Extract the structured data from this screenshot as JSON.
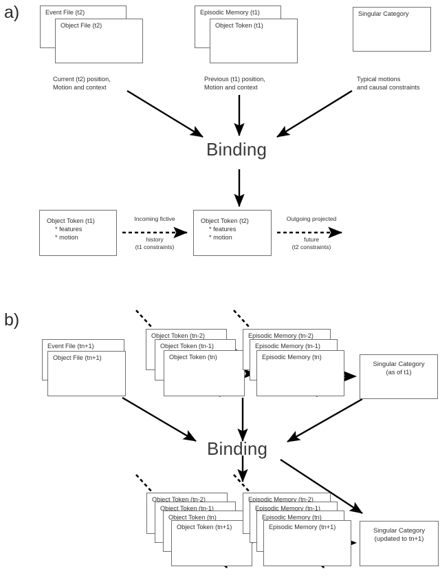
{
  "figure": {
    "panels": [
      {
        "id": "a",
        "label": "a)",
        "binding_label": "Binding",
        "top_boxes": [
          {
            "back_label": "Event File (t2)",
            "front_label": "Object File (t2)"
          },
          {
            "back_label": "Episodic Memory (t1)",
            "front_label": "Object Token (t1)"
          },
          {
            "single_label": "Singular Category"
          }
        ],
        "captions": [
          "Current (t2) position,\nMotion and context",
          "Previous (t1) position,\nMotion and context",
          "Typical motions\nand causal constraints"
        ],
        "bottom_boxes": [
          {
            "title": "Object Token (t1)",
            "lines": [
              "* features",
              "* motion"
            ]
          },
          {
            "title": "Object Token (t2)",
            "lines": [
              "* features",
              "* motion"
            ]
          }
        ],
        "arrow_labels": [
          {
            "above": "Incoming fictive",
            "below": "history\n(t1 constraints)"
          },
          {
            "above": "Outgoing projected",
            "below": "future\n(t2 constraints)"
          }
        ]
      },
      {
        "id": "b",
        "label": "b)",
        "binding_label": "Binding",
        "top_event_file": {
          "back_label": "Event File (tn+1)",
          "front_label": "Object File (tn+1)"
        },
        "top_object_token_stack": [
          "Object Token (tn-2)",
          "Object Token (tn-1)",
          "Object Token (tn)"
        ],
        "top_episodic_stack": [
          "Episodic Memory (tn-2)",
          "Episodic Memory (tn-1)",
          "Episodic Memory (tn)"
        ],
        "top_singular_category": "Singular Category\n(as of t1)",
        "bottom_object_token_stack": [
          "Object Token (tn-2)",
          "Object Token (tn-1)",
          "Object Token (tn)",
          "Object Token (tn+1)"
        ],
        "bottom_episodic_stack": [
          "Episodic Memory (tn-2)",
          "Episodic Memory (tn-1)",
          "Episodic Memory (tn)",
          "Episodic Memory (tn+1)"
        ],
        "bottom_singular_category": "Singular Category\n(updated to tn+1)"
      }
    ],
    "colors": {
      "stroke": "#6f6f6f",
      "arrow": "#000000",
      "text": "#2e2e2e",
      "background": "#ffffff"
    }
  }
}
